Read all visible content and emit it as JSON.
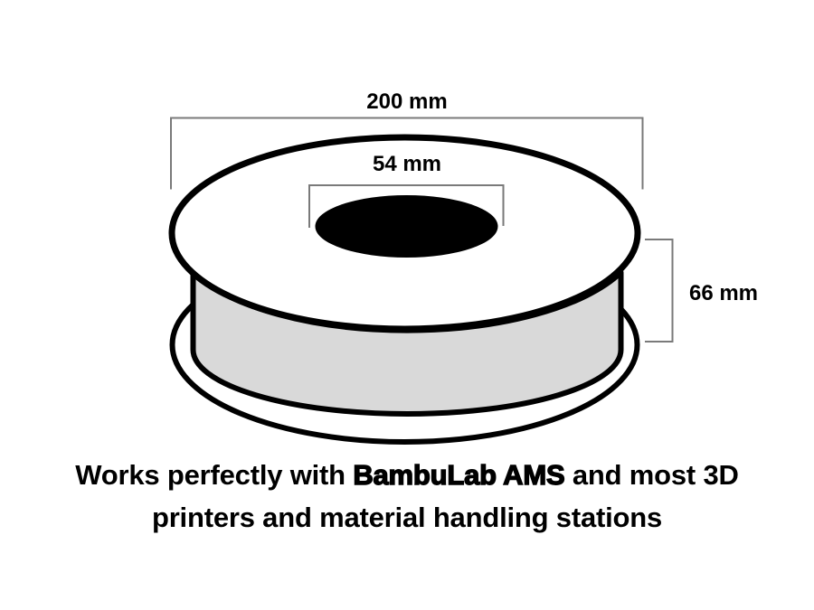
{
  "colors": {
    "background": "#ffffff",
    "outline": "#000000",
    "drum_fill": "#d9d9d9",
    "bracket_line": "#7a7a7a",
    "text": "#000000"
  },
  "dimensions": {
    "outer_diameter": "200 mm",
    "hole_diameter": "54 mm",
    "height": "66 mm"
  },
  "caption": {
    "line1_pre": "Works perfectly with ",
    "line1_emphasis": "BambuLab AMS",
    "line1_post": " and most 3D",
    "line2": "printers and material handling stations"
  }
}
